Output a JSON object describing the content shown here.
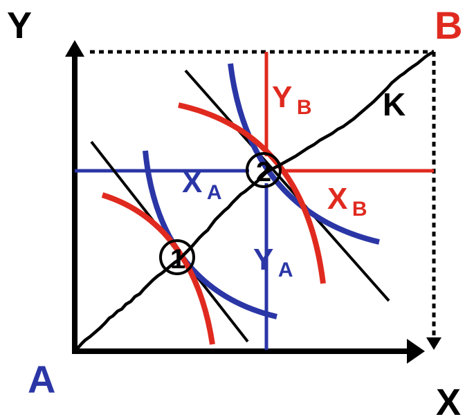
{
  "colors": {
    "black": "#000000",
    "blue": "#2b36a6",
    "red": "#e02a1f",
    "background": "#ffffff"
  },
  "labels": {
    "y_axis": "Y",
    "x_axis": "X",
    "origin_a": "A",
    "origin_b": "B",
    "contract_curve": "K",
    "point_1": "1",
    "point_2": "2",
    "xa_main": "X",
    "xa_sub": "A",
    "ya_main": "Y",
    "ya_sub": "A",
    "xb_main": "X",
    "xb_sub": "B",
    "yb_main": "Y",
    "yb_sub": "B"
  }
}
